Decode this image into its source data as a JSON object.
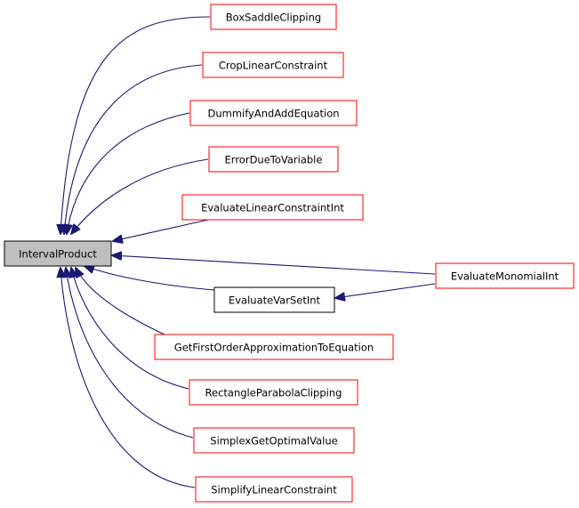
{
  "colors": {
    "edge": "#191970",
    "red_border": "#ff0000",
    "black_border": "#000000",
    "root_fill": "#bfbfbf",
    "node_fill": "#ffffff"
  },
  "nodes": {
    "root": {
      "label": "IntervalProduct",
      "style": "root"
    },
    "box_saddle": {
      "label": "BoxSaddleClipping",
      "style": "red"
    },
    "crop_linear": {
      "label": "CropLinearConstraint",
      "style": "red"
    },
    "dummify": {
      "label": "DummifyAndAddEquation",
      "style": "red"
    },
    "error_due": {
      "label": "ErrorDueToVariable",
      "style": "red"
    },
    "eval_lin_int": {
      "label": "EvaluateLinearConstraintInt",
      "style": "red"
    },
    "eval_varset": {
      "label": "EvaluateVarSetInt",
      "style": "black"
    },
    "eval_monomial": {
      "label": "EvaluateMonomialInt",
      "style": "red"
    },
    "get_first_order": {
      "label": "GetFirstOrderApproximationToEquation",
      "style": "red"
    },
    "rect_parabola": {
      "label": "RectangleParabolaClipping",
      "style": "red"
    },
    "simplex_opt": {
      "label": "SimplexGetOptimalValue",
      "style": "red"
    },
    "simplify_lin": {
      "label": "SimplifyLinearConstraint",
      "style": "red"
    }
  }
}
